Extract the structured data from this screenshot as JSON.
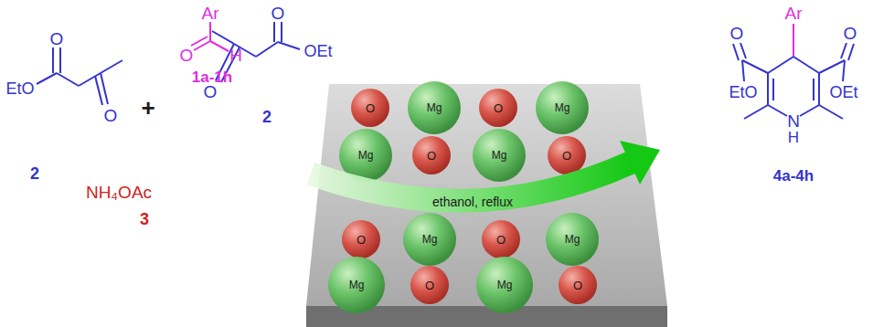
{
  "diagram": {
    "labels": [
      "Ar",
      "O",
      "H",
      "1a-1h",
      "EtO",
      "O",
      "O",
      "2",
      "+",
      "NH₄OAc",
      "3",
      "O",
      "OEt",
      "O",
      "2",
      "ethanol, reflux",
      "O",
      "Mg",
      "O",
      "Mg",
      "Mg",
      "O",
      "Mg",
      "O",
      "O",
      "Mg",
      "O",
      "Mg",
      "Mg",
      "O",
      "Mg",
      "O",
      "Ar",
      "O",
      "O",
      "EtO",
      "OEt",
      "N",
      "H",
      "4a-4h"
    ]
  }
}
